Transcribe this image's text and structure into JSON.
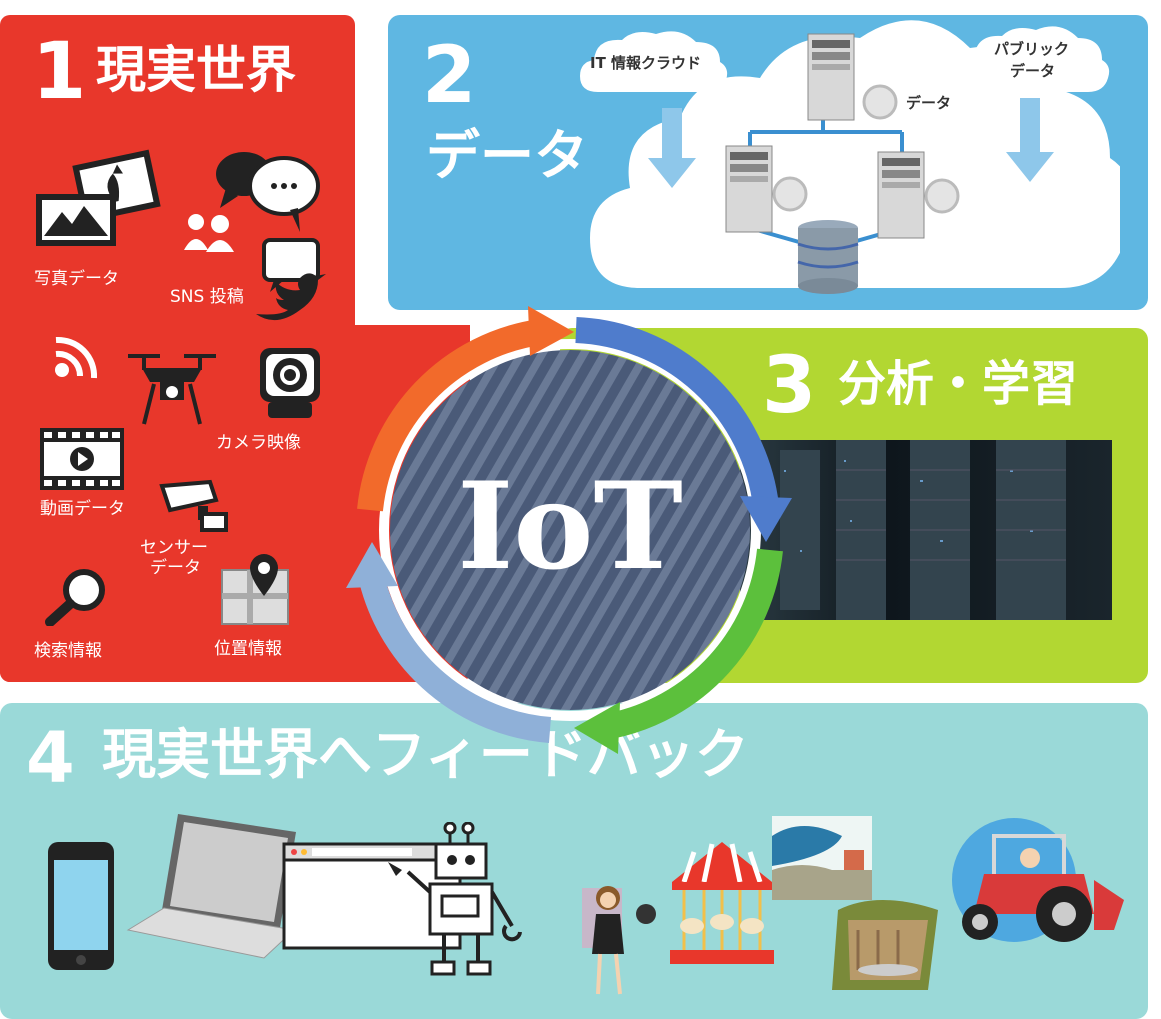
{
  "panels": {
    "real_world": {
      "number": "1",
      "title": "現実世界"
    },
    "data": {
      "number": "2",
      "title": "データ"
    },
    "analysis": {
      "number": "3",
      "title": "分析・学習"
    },
    "feedback": {
      "number": "4",
      "title": "現実世界へフィードバック"
    }
  },
  "center": {
    "label": "IoT"
  },
  "sources": {
    "photo": "写真データ",
    "sns": "SNS 投稿",
    "camera": "カメラ映像",
    "video": "動画データ",
    "sensor_line1": "センサー",
    "sensor_line2": "データ",
    "search": "検索情報",
    "location": "位置情報"
  },
  "cloud": {
    "it_cloud": "IT 情報クラウド",
    "public_line1": "パブリック",
    "public_line2": "データ",
    "data_label": "データ"
  },
  "colors": {
    "real_world": "#e8372b",
    "data": "#5fb7e2",
    "analysis": "#b2d732",
    "feedback": "#9ad9d8",
    "center": "#4a5a78"
  }
}
